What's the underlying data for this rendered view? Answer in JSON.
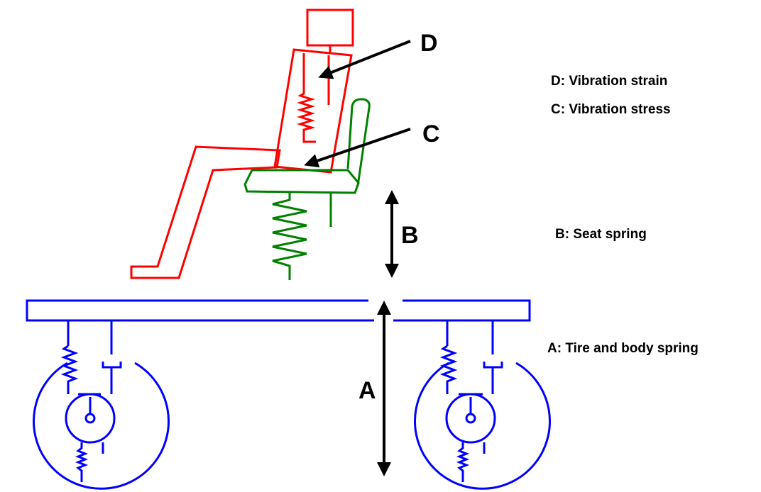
{
  "diagram": {
    "labels": {
      "d": "D",
      "c": "C",
      "b": "B",
      "a": "A"
    },
    "legend": {
      "d": "D: Vibration strain",
      "c": "C: Vibration stress",
      "b": "B: Seat spring",
      "a": "A:  Tire and body spring"
    },
    "colors": {
      "human": "#ff0000",
      "seat": "#008000",
      "vehicle": "#0000ff",
      "arrows": "#000000"
    }
  }
}
